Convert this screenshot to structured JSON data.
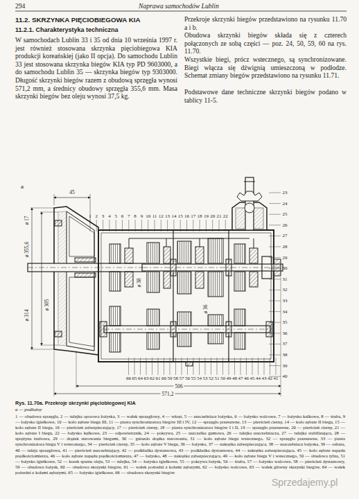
{
  "diagram": {
    "title": "11.2. SKRZYNKA PIĘCIOBIEGOWA KIA",
    "caption": "Rys. 11.70a. Przekroje skrzynki pięciobiegowej KIA",
    "labels": [
      "294",
      "Naprawa samochodów Lublin",
      "11.2.1. Charakterystyka techniczna",
      "W samochodach Lublin 33 i 35 od dnia 10 września 1997 r. jest również stosowana skrzynka pięciobiegowa KIA produkcji koreańskiej (jako II opcja). Do samochodu Lublin 33 jest stosowana skrzynka biegów KIA typ PD 9603000, a do samochodu Lublin 35 — skrzynka biegów typ 9303000. Długość skrzynki biegów razem z obudową sprzęgła wynosi 571,2 mm, a średnicy obudowy sprzęgła 355,6 mm. Masa skrzynki biegów bez oleju wynosi 37,5 kg.",
      "Przekroje skrzynki biegów przedstawiono na rysunku 11.70 a i b.",
      "Obudowa skrzynki biegów składa się z czterech połączonych ze sobą części — poz. 24, 50, 59, 60 na rys. 11.70.",
      "Wszystkie biegi, prócz wstecznego, są synchronizowane. Biegi włącza się dźwignią umieszczoną w podłodze. Schemat zmiany biegów przedstawiono na rysunku 11.71.",
      "Podstawowe dane techniczne skrzynki biegów podano w tablicy 11-5.",
      "a",
      "45",
      "ø 355,6",
      "ø 17",
      "ø 305",
      "ø 314",
      "ø 38",
      "ø 36",
      "506",
      "571,2",
      "a — podłużny",
      "1 — obudowa sprzęgła, 2 — tulejka oporowa łożyska, 3 — wałek sprzęgłowy, 4 — wkręt, 5 — uszczelniacz łożyska, 6 — łożysko walcowe, 7 — łożysko kulkowe, 8 — śruba, 9 — łożysko igiełkowe, 10 — koło zębate biegu III, 11 — piasta synchronizatora biegów III i IV, 12 — sprzęgło przesuwne, 13 — pierścień cierny, 14 — koło zębate II biegu, 15 — koło zębate II biegu, 16 — pierścień zabezpieczający, 17 — pierścień cierny, 18 — piasta synchronizatora biegów I i II, 19 — sprzęgło przesuwne, 20 — pierścień cierny, 21 — koło zębate I biegu, 22 — łożysko kulkowe, 23 — odpowietrznik, 24 — pokrywa, 25 — uszczelka gumowa, 26 — tulejka uszczelniacza, 27 — tulejka stabilizująca, 28 — sprężyna śrubowa, 29 — drążek sterowania biegami, 30 — gniazdo drążka sterowania, 31 — koło zębate biegu wstecznego, 32 — sprzęgło przesuwne, 33 — piasta synchronizatora biegu V i wstecznego, 34 — pierścień cierny, 35 — koło zębate V biegu, 36 — łożysko, 37 — nakrętka zabezpieczająca, 38 — uszczelniacz łożyska, 39 — osłona, 40 — tuleja sprzęgłowa, 41 — pierścień uszczelniający, 42 — podkładka dystansowa, 43 — podkładka dystansowa, 44 — nakrętka zabezpieczająca, 45 — koło zębate napędu prędkościomierza, 46 — koło zębate napędu prędkościomierza, 47 — łożysko, 48 — nakrętka zabezpieczająca, 49 — koło zębate biegu V i wstecznego, 50 — obudowa tylna, 51 — łożysko igiełkowe, 52 — korek spustu oleju, 53 — tulejka, 54 — łożysko igiełkowe, 55 — pokrywa łożysk, 56 — śruba, 57 — łożysko walcowe, 58 — pierścień dystansowy, 59 — obudowa łożysk, 60 — obudowa skrzynki biegów, 61 — wałek pośredni z kołami zębatymi, 62 — łożysko walcowe, 63 — wałek główny skrzynki biegów, 64 — wałek pośredni z kołami zębatymi, 65 — łożysko igiełkowe, 66 — obudowa skrzynki biegów",
      "Sprzedajemy.pl",
      "1",
      "2",
      "3",
      "4",
      "5",
      "6",
      "7",
      "8",
      "9",
      "10",
      "11",
      "12",
      "13",
      "14",
      "15",
      "16",
      "17",
      "18",
      "19",
      "20",
      "21",
      "22",
      "23",
      "24",
      "25",
      "26",
      "27",
      "28",
      "29",
      "30",
      "31",
      "32",
      "33",
      "34",
      "35",
      "36",
      "37",
      "38",
      "39",
      "40",
      "41",
      "42",
      "43",
      "44",
      "45",
      "46",
      "47",
      "48",
      "49",
      "50",
      "51",
      "52",
      "53",
      "54",
      "55",
      "56",
      "57",
      "58",
      "59",
      "60",
      "61",
      "62",
      "63",
      "64",
      "65",
      "66"
    ]
  }
}
